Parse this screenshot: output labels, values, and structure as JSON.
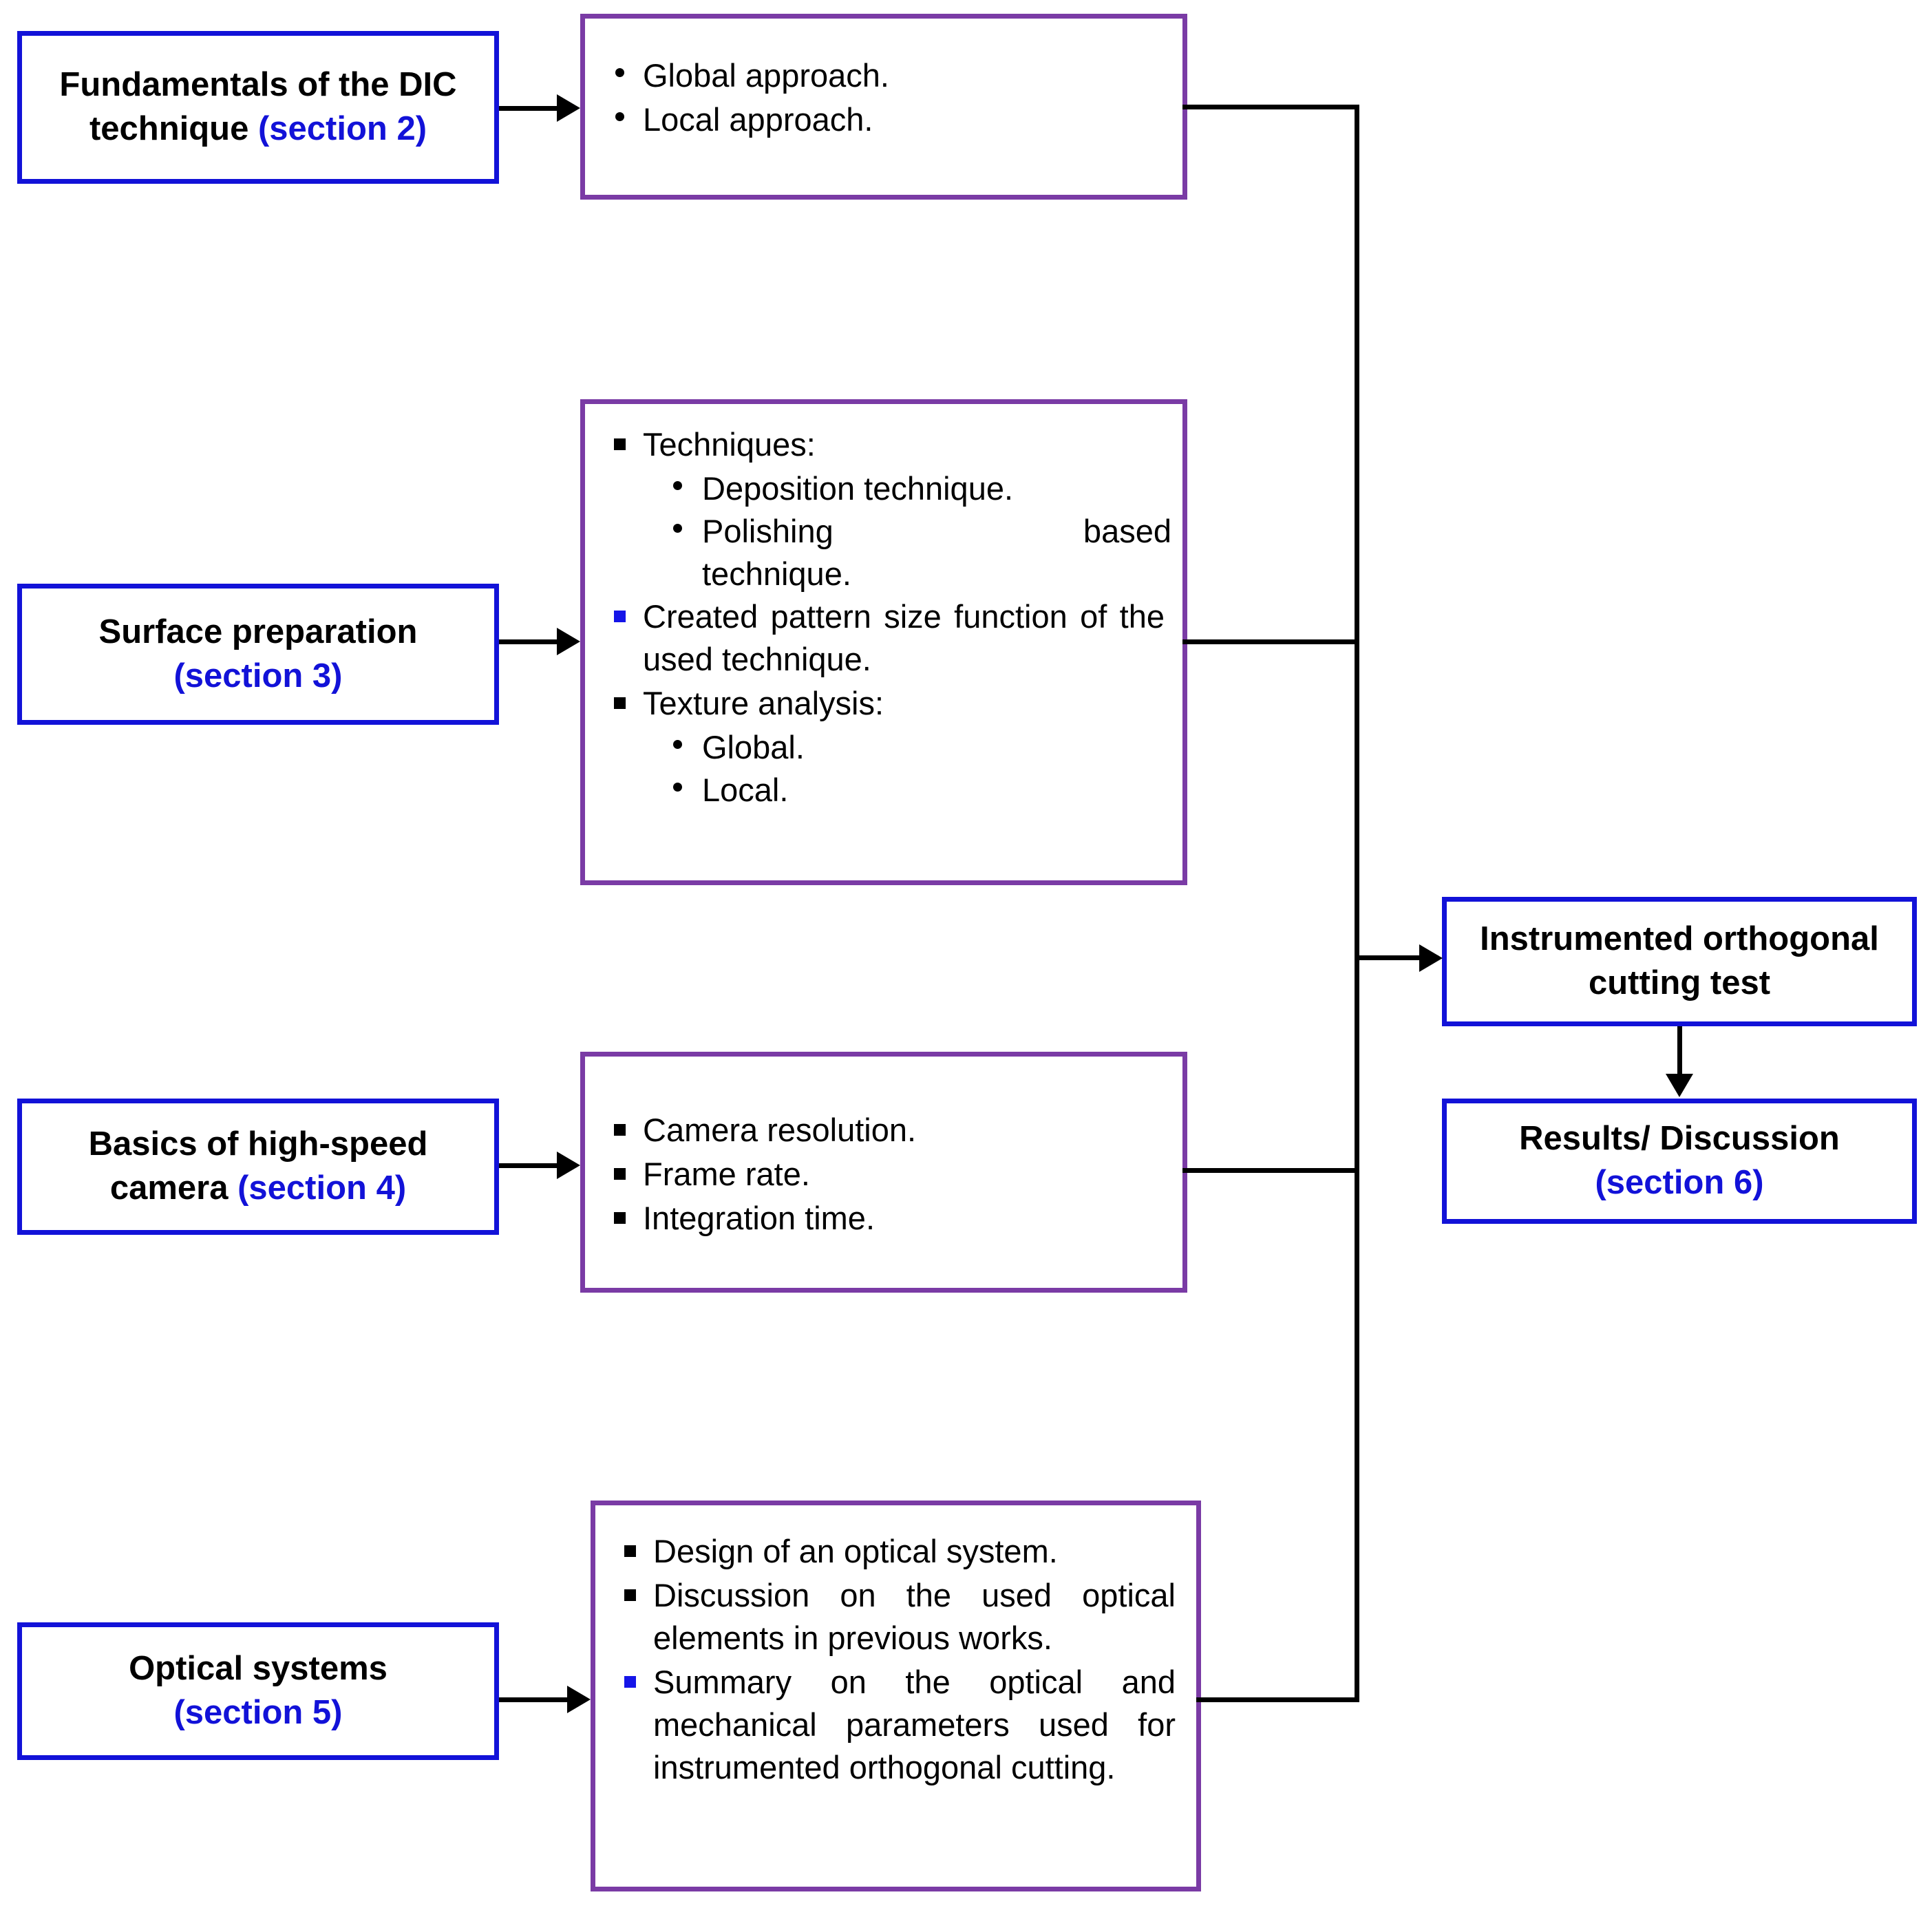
{
  "diagram": {
    "title": "Paper structure flowchart",
    "colors": {
      "blue_border": "#1212d8",
      "purple_border": "#7a3ba5",
      "blue_text": "#1515e8",
      "black_text": "#000000",
      "background": "#ffffff"
    }
  },
  "nodes": {
    "fundamentals": {
      "label": "Fundamentals of the DIC technique ",
      "section": "(section 2)"
    },
    "surface_preparation": {
      "label": "Surface preparation",
      "section": "(section 3)"
    },
    "high_speed_camera": {
      "label": "Basics of high-speed camera ",
      "section": "(section 4)"
    },
    "optical_systems": {
      "label": "Optical systems",
      "section": "(section 5)"
    },
    "cutting_test": {
      "label": "Instrumented orthogonal cutting test",
      "section": ""
    },
    "results": {
      "label": "Results/ Discussion",
      "section": "(section 6)"
    }
  },
  "detail_panels": {
    "dic": {
      "items": [
        {
          "text": "Global approach.",
          "bullet": "dot",
          "color": "black"
        },
        {
          "text": "Local approach.",
          "bullet": "dot",
          "color": "black"
        }
      ]
    },
    "surface": {
      "items": [
        {
          "text": "Techniques:",
          "bullet": "square",
          "color": "black"
        },
        {
          "text": "Deposition technique.",
          "bullet": "dot-sub",
          "color": "black"
        },
        {
          "text": "Polishing based technique.",
          "bullet": "dot-sub",
          "color": "black"
        },
        {
          "text": "Created pattern size function of the used technique.",
          "bullet": "square",
          "color": "blue"
        },
        {
          "text": "Texture analysis:",
          "bullet": "square",
          "color": "black"
        },
        {
          "text": "Global.",
          "bullet": "dot-sub",
          "color": "black"
        },
        {
          "text": "Local.",
          "bullet": "dot-sub",
          "color": "black"
        }
      ]
    },
    "camera": {
      "items": [
        {
          "text": "Camera resolution.",
          "bullet": "square",
          "color": "black"
        },
        {
          "text": "Frame rate.",
          "bullet": "square",
          "color": "black"
        },
        {
          "text": "Integration time.",
          "bullet": "square",
          "color": "black"
        }
      ]
    },
    "optical": {
      "items": [
        {
          "text": "Design of an optical system.",
          "bullet": "square",
          "color": "black"
        },
        {
          "text": "Discussion on the used optical elements in previous works.",
          "bullet": "square",
          "color": "black"
        },
        {
          "text": "Summary on the optical and mechanical parameters used for instrumented orthogonal cutting.",
          "bullet": "square",
          "color": "blue"
        }
      ]
    }
  },
  "connectors": [
    {
      "name": "fundamentals-to-dic",
      "type": "arrow-right"
    },
    {
      "name": "surface-to-detail",
      "type": "arrow-right"
    },
    {
      "name": "camera-to-detail",
      "type": "arrow-right"
    },
    {
      "name": "optical-to-detail",
      "type": "arrow-right"
    },
    {
      "name": "spine-to-cutting-test",
      "type": "arrow-right"
    },
    {
      "name": "cutting-test-to-results",
      "type": "arrow-down"
    },
    {
      "name": "vertical-spine",
      "type": "line"
    }
  ]
}
